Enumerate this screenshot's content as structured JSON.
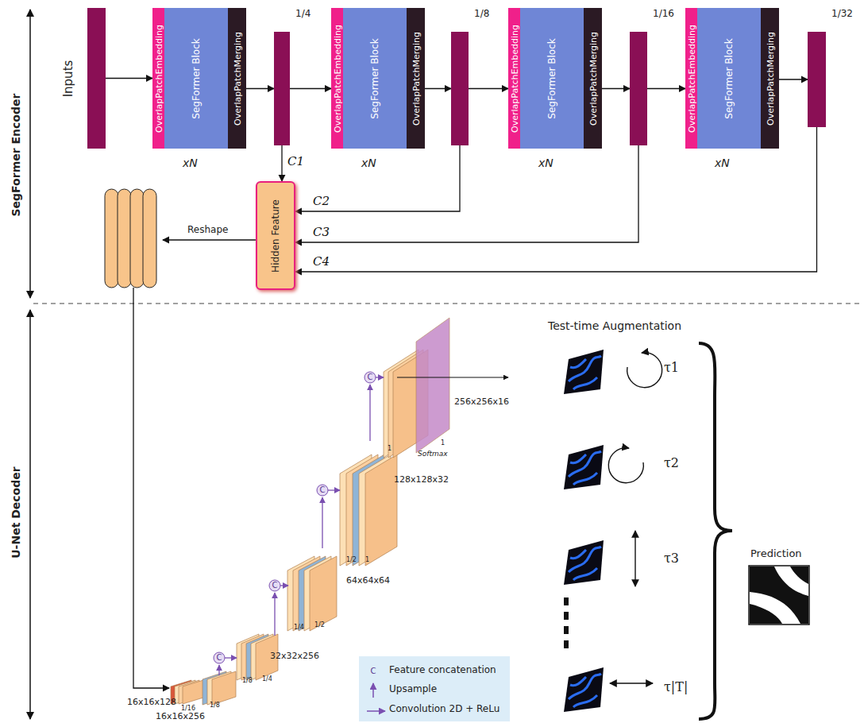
{
  "diagram": {
    "nodes": [
      {
        "text": [
          "Inputs"
        ]
      },
      {
        "text": [
          "OverlapPatchEmbedding"
        ]
      },
      {
        "text": [
          "SegFormer Block"
        ]
      },
      {
        "text": [
          "OverlapPatchMerging"
        ]
      },
      {
        "text": [
          "1/4"
        ]
      },
      {
        "text": [
          "OverlapPatchEmbedding"
        ]
      },
      {
        "text": [
          "SegFormer Block"
        ]
      },
      {
        "text": [
          "OverlapPatchMerging"
        ]
      },
      {
        "text": [
          "1/8"
        ]
      },
      {
        "text": [
          "OverlapPatchEmbedding"
        ]
      },
      {
        "text": [
          "SegFormer Block"
        ]
      },
      {
        "text": [
          "OverlapPatchMerging"
        ]
      },
      {
        "text": [
          "1/16"
        ]
      },
      {
        "text": [
          "OverlapPatchEmbedding"
        ]
      },
      {
        "text": [
          "SegFormer Block"
        ]
      },
      {
        "text": [
          "OverlapPatchMerging"
        ]
      },
      {
        "text": [
          "1/32"
        ]
      },
      {
        "text": [
          "Hidden Feature"
        ]
      }
    ],
    "edges": [
      {
        "from": 0,
        "to": 1,
        "arrow": "to"
      },
      {
        "from": 3,
        "to": 4,
        "arrow": "to"
      },
      {
        "from": 4,
        "to": 5,
        "arrow": "to"
      },
      {
        "from": 7,
        "to": 8,
        "arrow": "to"
      },
      {
        "from": 8,
        "to": 9,
        "arrow": "to"
      },
      {
        "from": 11,
        "to": 12,
        "arrow": "to"
      },
      {
        "from": 12,
        "to": 13,
        "arrow": "to"
      },
      {
        "from": 15,
        "to": 16,
        "arrow": "to"
      },
      {
        "from": 4,
        "to": 17,
        "label": "C1",
        "arrow": "to"
      },
      {
        "from": 8,
        "to": 17,
        "label": "C2",
        "arrow": "to"
      },
      {
        "from": 12,
        "to": 17,
        "label": "C3",
        "arrow": "to"
      },
      {
        "from": 16,
        "to": 17,
        "label": "C4",
        "arrow": "to"
      }
    ],
    "labels": [
      "SegFormer Encoder",
      "U-Net Decoder",
      "xN",
      "xN",
      "xN",
      "xN",
      "Reshape",
      "16x16x128",
      "1/16",
      "1/8",
      "16x16x256",
      "C",
      "1/8",
      "1/4",
      "32x32x256",
      "C",
      "1/4",
      "1/2",
      "64x64x64",
      "C",
      "1/2",
      "1",
      "128x128x32",
      "C",
      "1",
      "1",
      "256x256x16",
      "Softmax",
      "C",
      "Test-time Augmentation",
      "τ1",
      "τ2",
      "τ3",
      "τ|T|",
      "Prediction"
    ],
    "legend": [
      {
        "text": "Feature concatenation"
      },
      {
        "text": "Upsample"
      },
      {
        "text": "Convolution 2D + ReLu"
      }
    ]
  }
}
